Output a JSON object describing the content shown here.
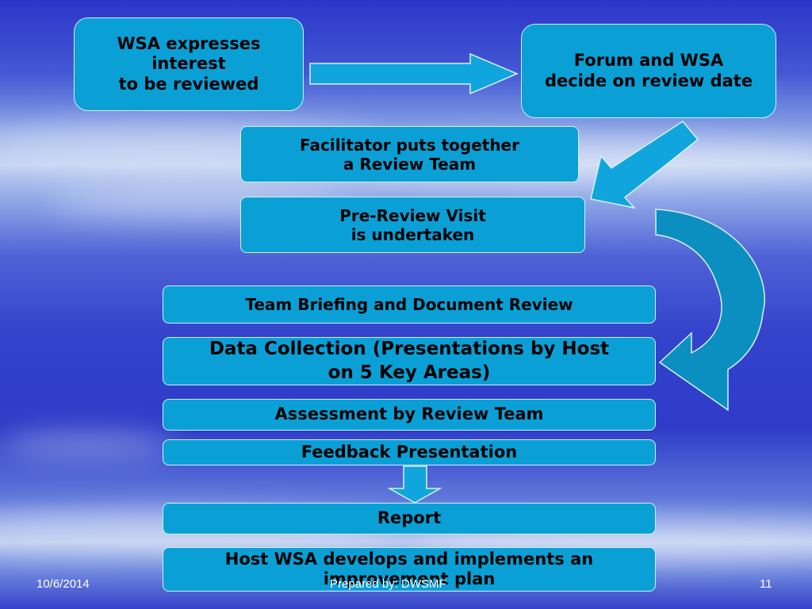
{
  "flowchart": {
    "nodes": [
      {
        "id": "express",
        "label": "WSA expresses\ninterest\nto be reviewed"
      },
      {
        "id": "forum",
        "label": "Forum and WSA\ndecide on review date"
      },
      {
        "id": "facilitator",
        "label": "Facilitator puts together\na Review Team"
      },
      {
        "id": "prereview",
        "label": "Pre-Review Visit\nis undertaken"
      },
      {
        "id": "briefing",
        "label": "Team Briefing and Document Review"
      },
      {
        "id": "datacollection",
        "label": "Data Collection (Presentations by Host\non 5 Key Areas)"
      },
      {
        "id": "assessment",
        "label": "Assessment by Review Team"
      },
      {
        "id": "feedback",
        "label": "Feedback Presentation"
      },
      {
        "id": "report",
        "label": "Report"
      },
      {
        "id": "plan",
        "label": "Host WSA develops and implements an\nimprovement plan"
      }
    ],
    "edges": [
      {
        "from": "express",
        "to": "forum"
      },
      {
        "from": "forum",
        "to": "facilitator"
      },
      {
        "from": "prereview",
        "to": "datacollection"
      },
      {
        "from": "feedback",
        "to": "report"
      }
    ]
  },
  "footer": {
    "date": "10/6/2014",
    "prepared_by": "Prepared by: DWSMF",
    "page_number": "11"
  },
  "colors": {
    "box_fill": "#0aa0d6",
    "box_border": "#cfeefa",
    "arrow_fill": "#10a5dc",
    "curved_arrow_fill": "#0a8fc0",
    "text": "#000000",
    "footer_text": "#ffffff"
  }
}
